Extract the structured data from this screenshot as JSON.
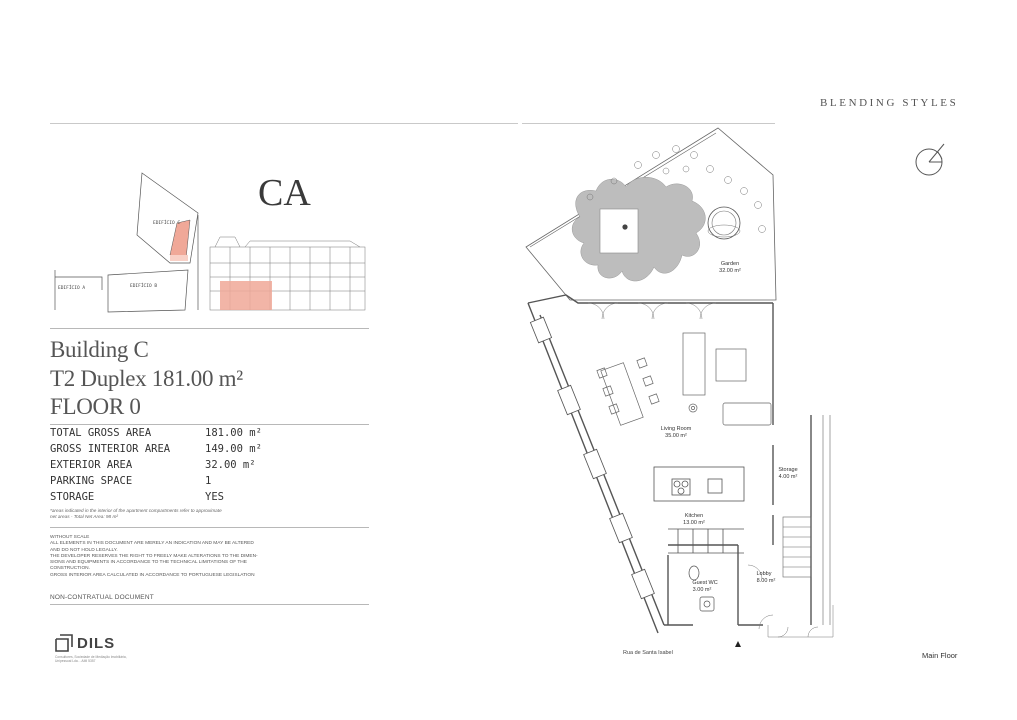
{
  "brand": {
    "name": "BLENDING STYLES",
    "logo_icon": "blending-styles-logo-icon"
  },
  "keyplan": {
    "project_code": "CA",
    "blocks": [
      "EDIFÍCIO C",
      "EDIFÍCIO A",
      "EDIFÍCIO B"
    ],
    "highlight_color": "#f0a898"
  },
  "unit": {
    "building": "Building C",
    "type_area": "T2 Duplex  181.00 m²",
    "floor": "FLOOR 0"
  },
  "areas": [
    {
      "label": "TOTAL GROSS AREA",
      "value": "181.00 m²"
    },
    {
      "label": "GROSS INTERIOR AREA",
      "value": "149.00 m²"
    },
    {
      "label": "EXTERIOR AREA",
      "value": "32.00 m²"
    },
    {
      "label": "PARKING SPACE",
      "value": "1"
    },
    {
      "label": "STORAGE",
      "value": "YES"
    }
  ],
  "footnote": {
    "line1": "*areas indicated in the interior of the apartment compartments refer to approximate",
    "line2": "net areas - Total Net Area: 98 m²"
  },
  "legal": {
    "lines": [
      "WITHOUT SCALE",
      "ALL ELEMENTS IN THIS DOCUMENT ARE MERELY AN INDICATION AND MAY BE ALTERED",
      "AND DO NOT HOLD LEGALLY.",
      "THE DEVELOPER RESERVES THE RIGHT TO FREELY MAKE ALTERATIONS TO THE DIMEN-",
      "SIONS AND EQUIPMENTS IN ACCORDANCE TO THE TECHNICAL LIMITATIONS OF THE",
      "CONSTRUCTION.",
      "GROSS INTERIOR AREA CALCULATED IN ACCORDANCE TO PORTUGUESE LEGISLATION"
    ],
    "non_contractual": "NON-CONTRATUAL DOCUMENT"
  },
  "dils": {
    "name": "DILS",
    "sub": "Consultores, Sociedade de Mediação Imobiliária, Unipessoal Lda. - AMI 5357"
  },
  "plan": {
    "rooms": [
      {
        "name": "Garden",
        "area": "32.00 m²"
      },
      {
        "name": "Living Room",
        "area": "35.00 m²"
      },
      {
        "name": "Storage",
        "area": "4.00 m²"
      },
      {
        "name": "Kitchen",
        "area": "13.00 m²"
      },
      {
        "name": "Lobby",
        "area": "8.00 m²"
      },
      {
        "name": "Guest WC",
        "area": "3.00 m²"
      }
    ],
    "street": "Rua de Santa Isabel",
    "floor_name": "Main Floor"
  }
}
